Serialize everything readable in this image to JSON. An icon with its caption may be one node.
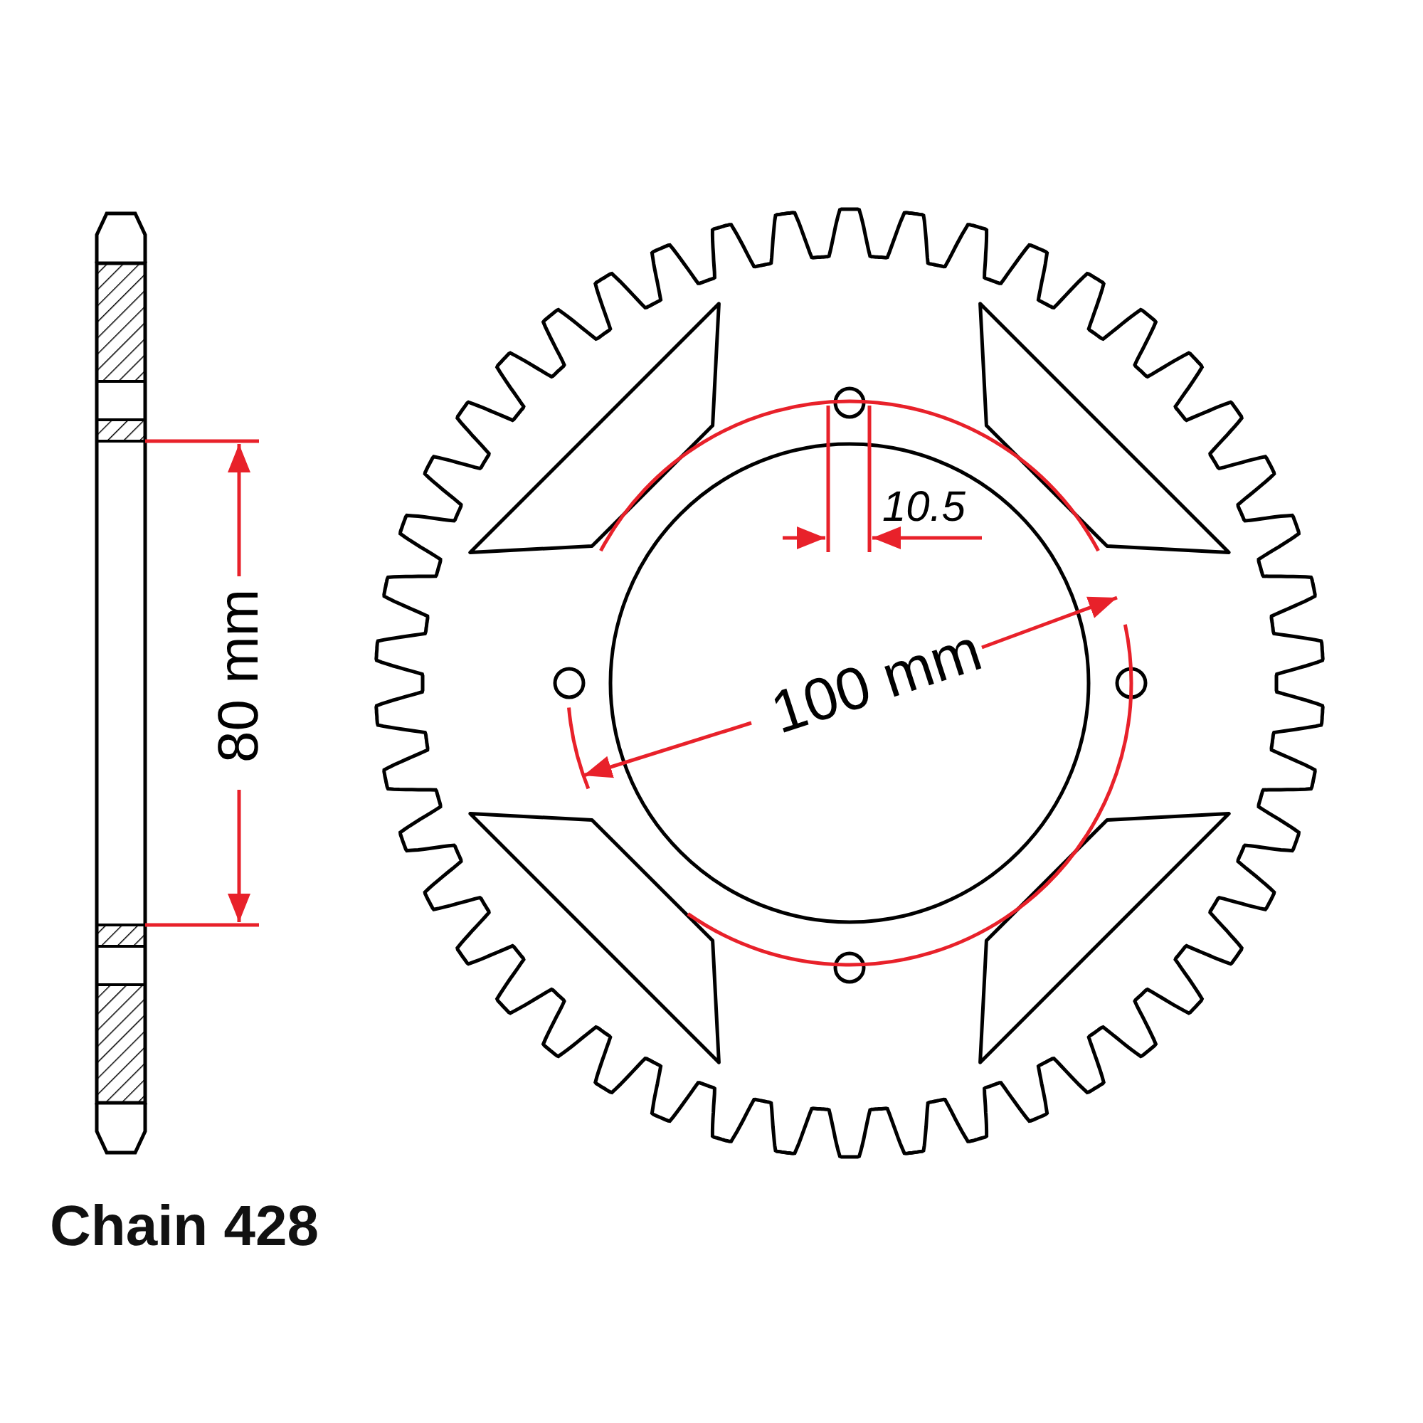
{
  "diagram": {
    "labels": [
      "10.5",
      "100 mm",
      "80 mm",
      "Chain 428"
    ]
  }
}
